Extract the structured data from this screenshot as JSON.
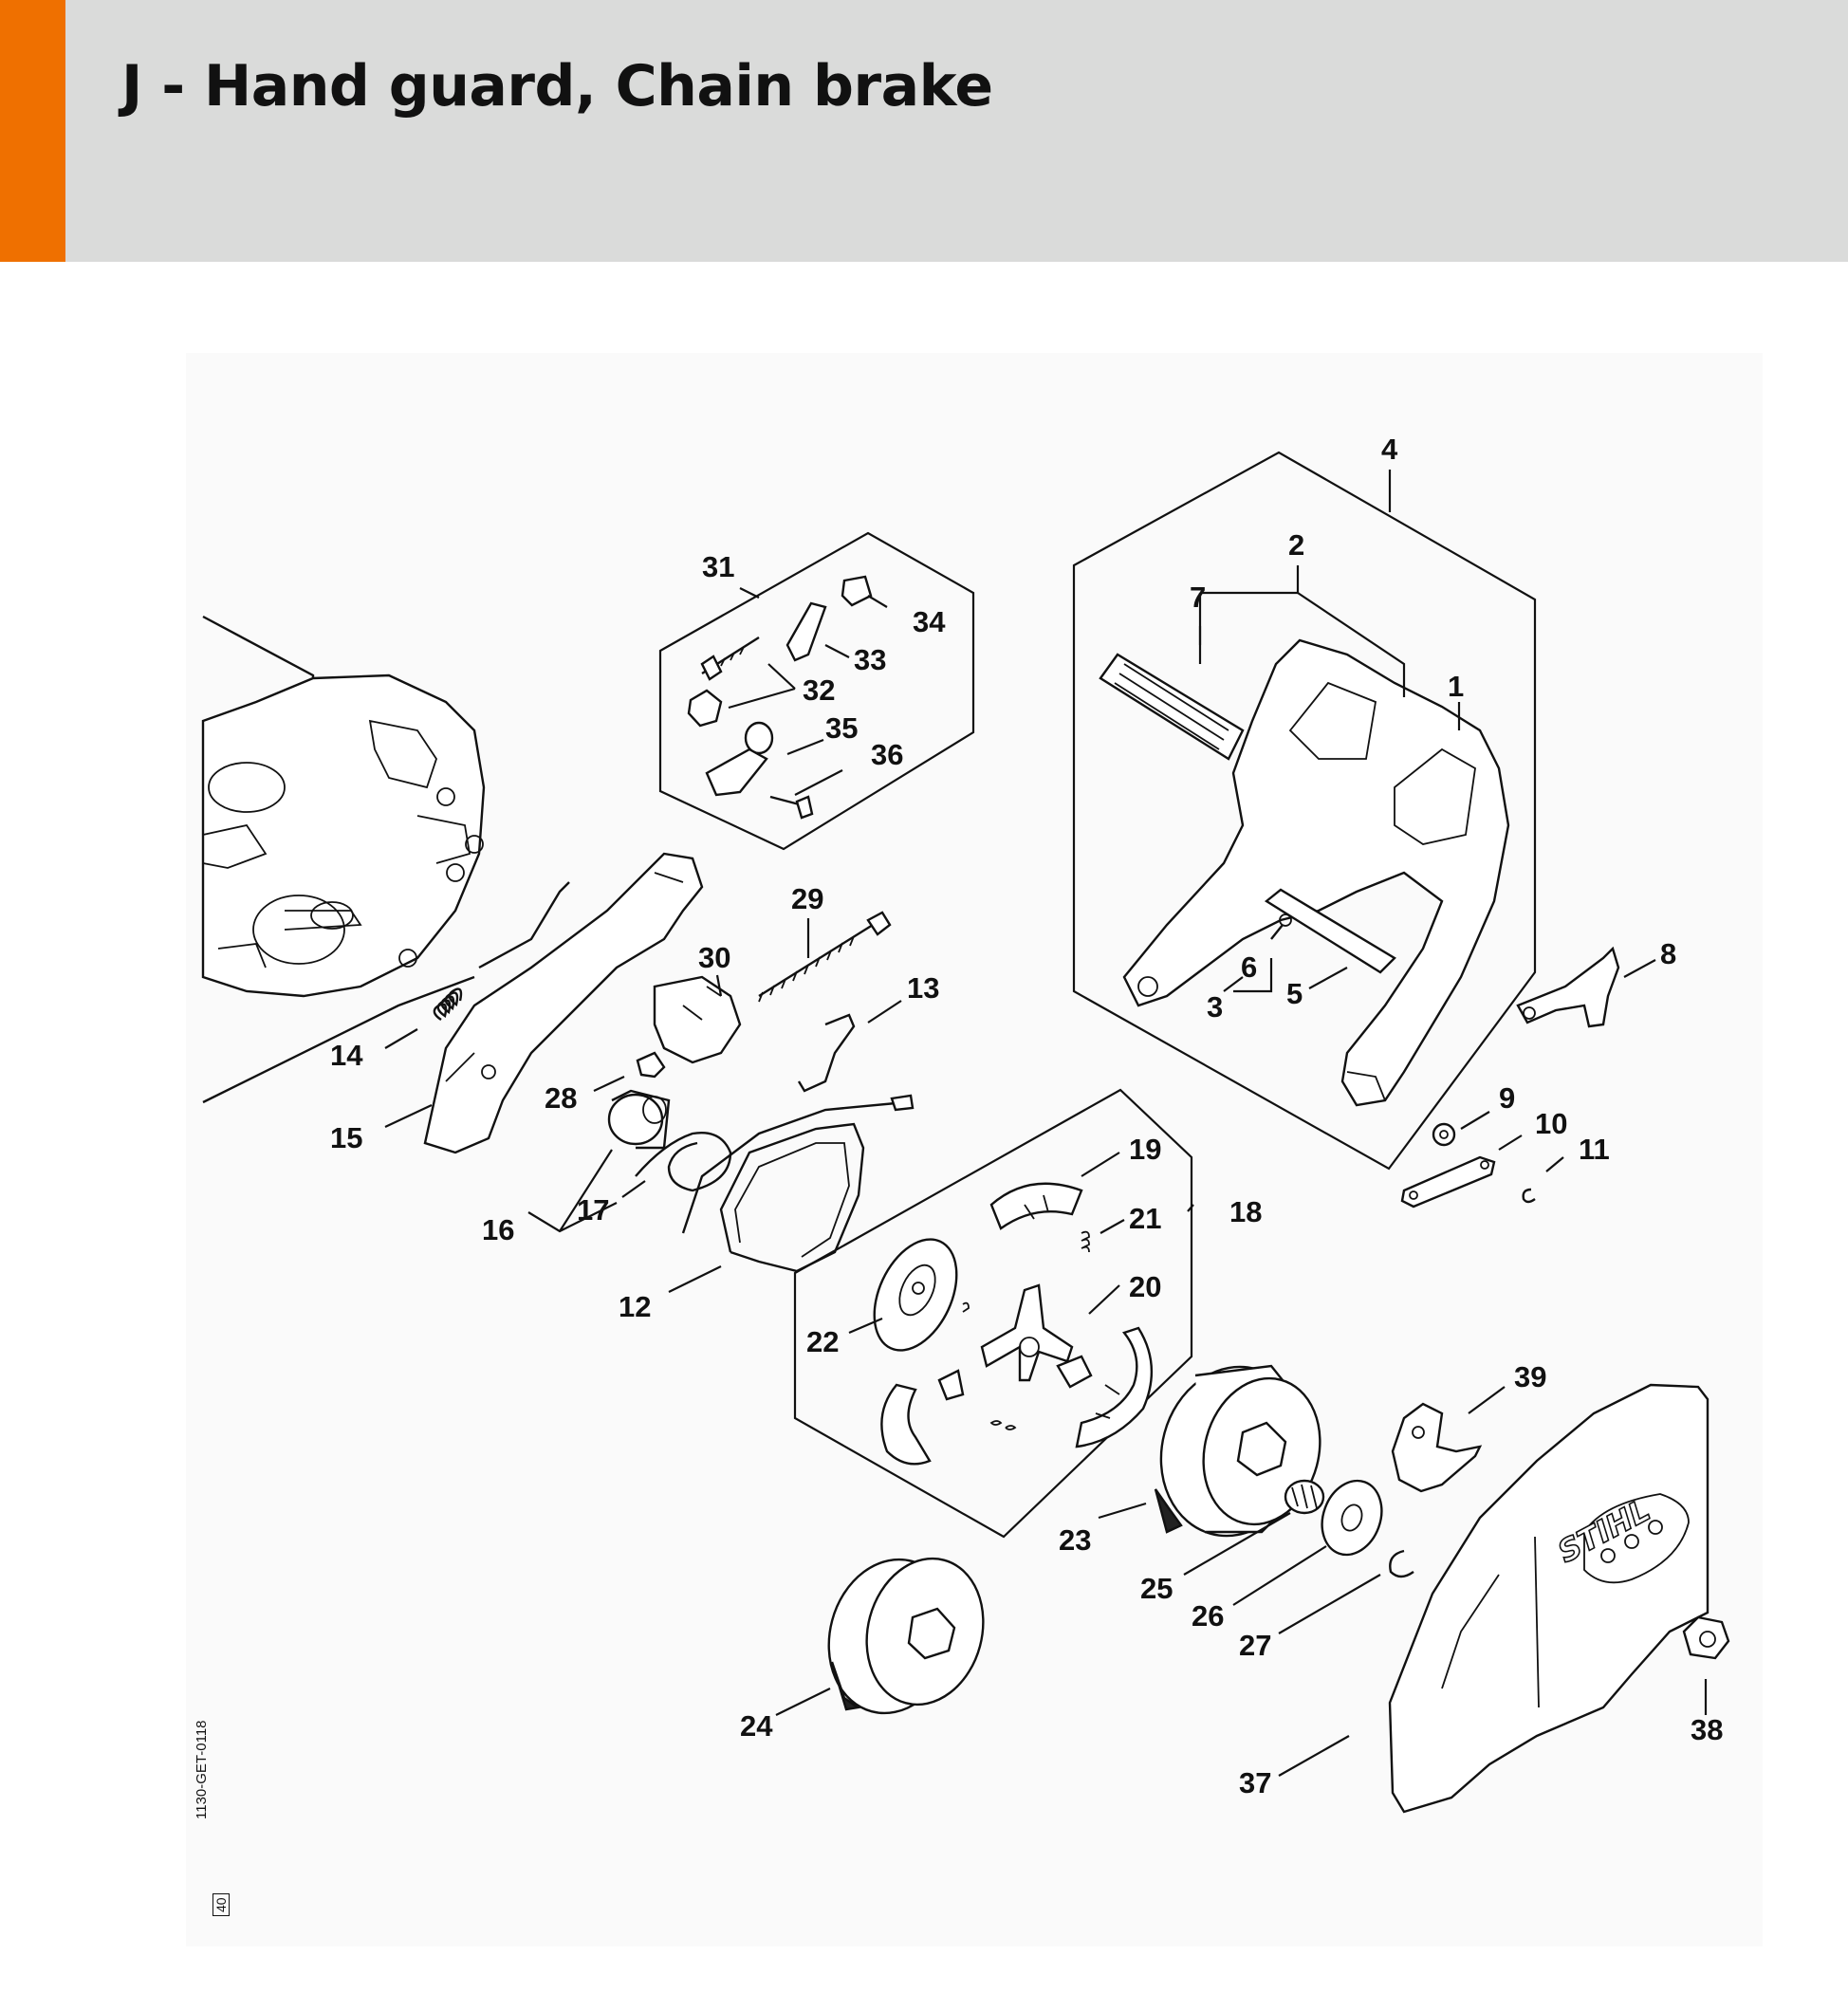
{
  "header": {
    "title": "J - Hand guard, Chain brake",
    "accent_color": "#ef7000",
    "background_color": "#dadbda"
  },
  "diagram": {
    "drawing_code": "1130-GET-0118",
    "drawing_code_box": "40",
    "callouts": [
      "1",
      "2",
      "3",
      "4",
      "5",
      "6",
      "7",
      "8",
      "9",
      "10",
      "11",
      "12",
      "13",
      "14",
      "15",
      "16",
      "17",
      "18",
      "19",
      "20",
      "21",
      "22",
      "23",
      "24",
      "25",
      "26",
      "27",
      "28",
      "29",
      "30",
      "31",
      "32",
      "33",
      "34",
      "35",
      "36",
      "37",
      "38",
      "39"
    ],
    "cover_brand": "STIHL"
  }
}
